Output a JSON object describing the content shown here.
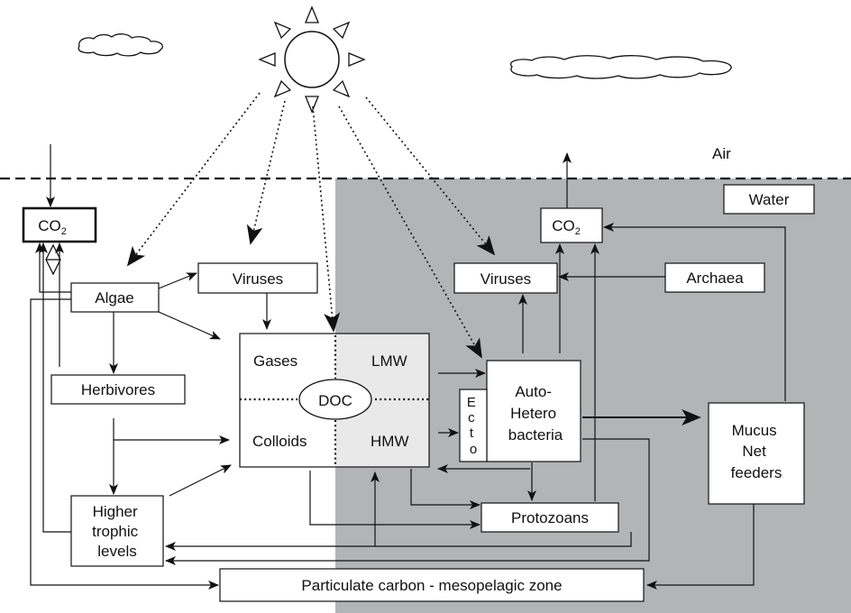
{
  "labels": {
    "air": "Air",
    "water": "Water",
    "co2_left": "CO",
    "co2_left_sub": "2",
    "co2_right": "CO",
    "co2_right_sub": "2",
    "algae": "Algae",
    "viruses_left": "Viruses",
    "viruses_right": "Viruses",
    "archaea": "Archaea",
    "herbivores": "Herbivores",
    "gases": "Gases",
    "lmw": "LMW",
    "doc": "DOC",
    "colloids": "Colloids",
    "hmw": "HMW",
    "ecto": [
      "E",
      "c",
      "t",
      "o"
    ],
    "bacteria": [
      "Auto-",
      "Hetero",
      "bacteria"
    ],
    "mucus": [
      "Mucus",
      "Net",
      "feeders"
    ],
    "higher_trophic": [
      "Higher",
      "trophic",
      "levels"
    ],
    "protozoans": "Protozoans",
    "particulate": "Particulate carbon - mesopelagic zone"
  },
  "colors": {
    "water_fill": "#b3b4b6",
    "doc_light_fill": "#e9e9ea",
    "stroke": "#111111",
    "background": "#ffffff"
  },
  "icons": [
    "sun-icon",
    "cloud-icon"
  ]
}
